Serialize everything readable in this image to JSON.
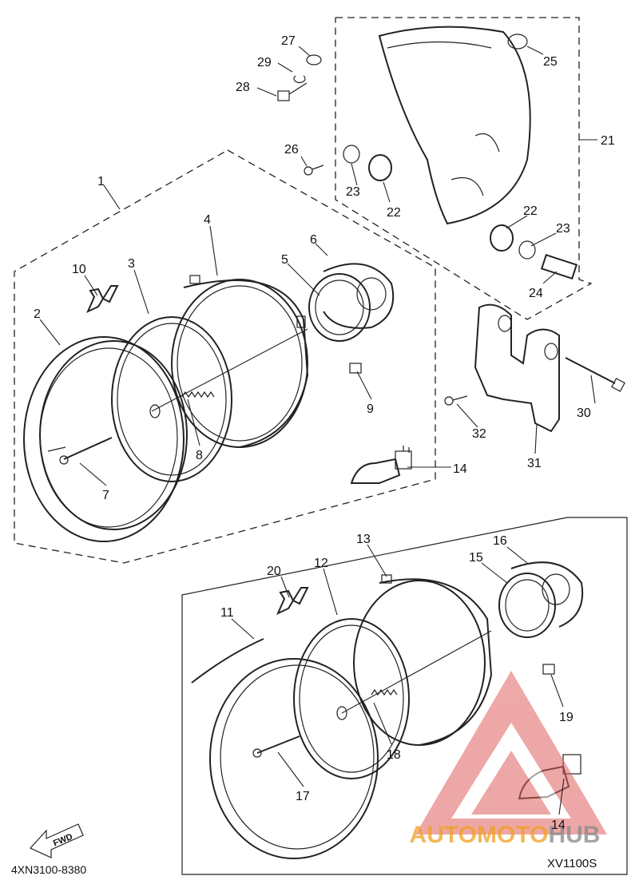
{
  "diagram": {
    "document_code": "4XN3100-8380",
    "model_code": "XV1100S",
    "fwd_label": "FWD",
    "watermark": "AUTOMOTOHUB",
    "callouts": [
      {
        "id": "c1",
        "label": "1"
      },
      {
        "id": "c2",
        "label": "2"
      },
      {
        "id": "c3",
        "label": "3"
      },
      {
        "id": "c4",
        "label": "4"
      },
      {
        "id": "c5",
        "label": "5"
      },
      {
        "id": "c6",
        "label": "6"
      },
      {
        "id": "c7",
        "label": "7"
      },
      {
        "id": "c8",
        "label": "8"
      },
      {
        "id": "c9",
        "label": "9"
      },
      {
        "id": "c10",
        "label": "10"
      },
      {
        "id": "c11",
        "label": "11"
      },
      {
        "id": "c12",
        "label": "12"
      },
      {
        "id": "c13",
        "label": "13"
      },
      {
        "id": "c14a",
        "label": "14"
      },
      {
        "id": "c14b",
        "label": "14"
      },
      {
        "id": "c15",
        "label": "15"
      },
      {
        "id": "c16",
        "label": "16"
      },
      {
        "id": "c17",
        "label": "17"
      },
      {
        "id": "c18",
        "label": "18"
      },
      {
        "id": "c19",
        "label": "19"
      },
      {
        "id": "c20",
        "label": "20"
      },
      {
        "id": "c21",
        "label": "21"
      },
      {
        "id": "c22a",
        "label": "22"
      },
      {
        "id": "c22b",
        "label": "22"
      },
      {
        "id": "c23a",
        "label": "23"
      },
      {
        "id": "c23b",
        "label": "23"
      },
      {
        "id": "c24",
        "label": "24"
      },
      {
        "id": "c25",
        "label": "25"
      },
      {
        "id": "c26",
        "label": "26"
      },
      {
        "id": "c27",
        "label": "27"
      },
      {
        "id": "c28",
        "label": "28"
      },
      {
        "id": "c29",
        "label": "29"
      },
      {
        "id": "c30",
        "label": "30"
      },
      {
        "id": "c31",
        "label": "31"
      },
      {
        "id": "c32",
        "label": "32"
      }
    ]
  }
}
